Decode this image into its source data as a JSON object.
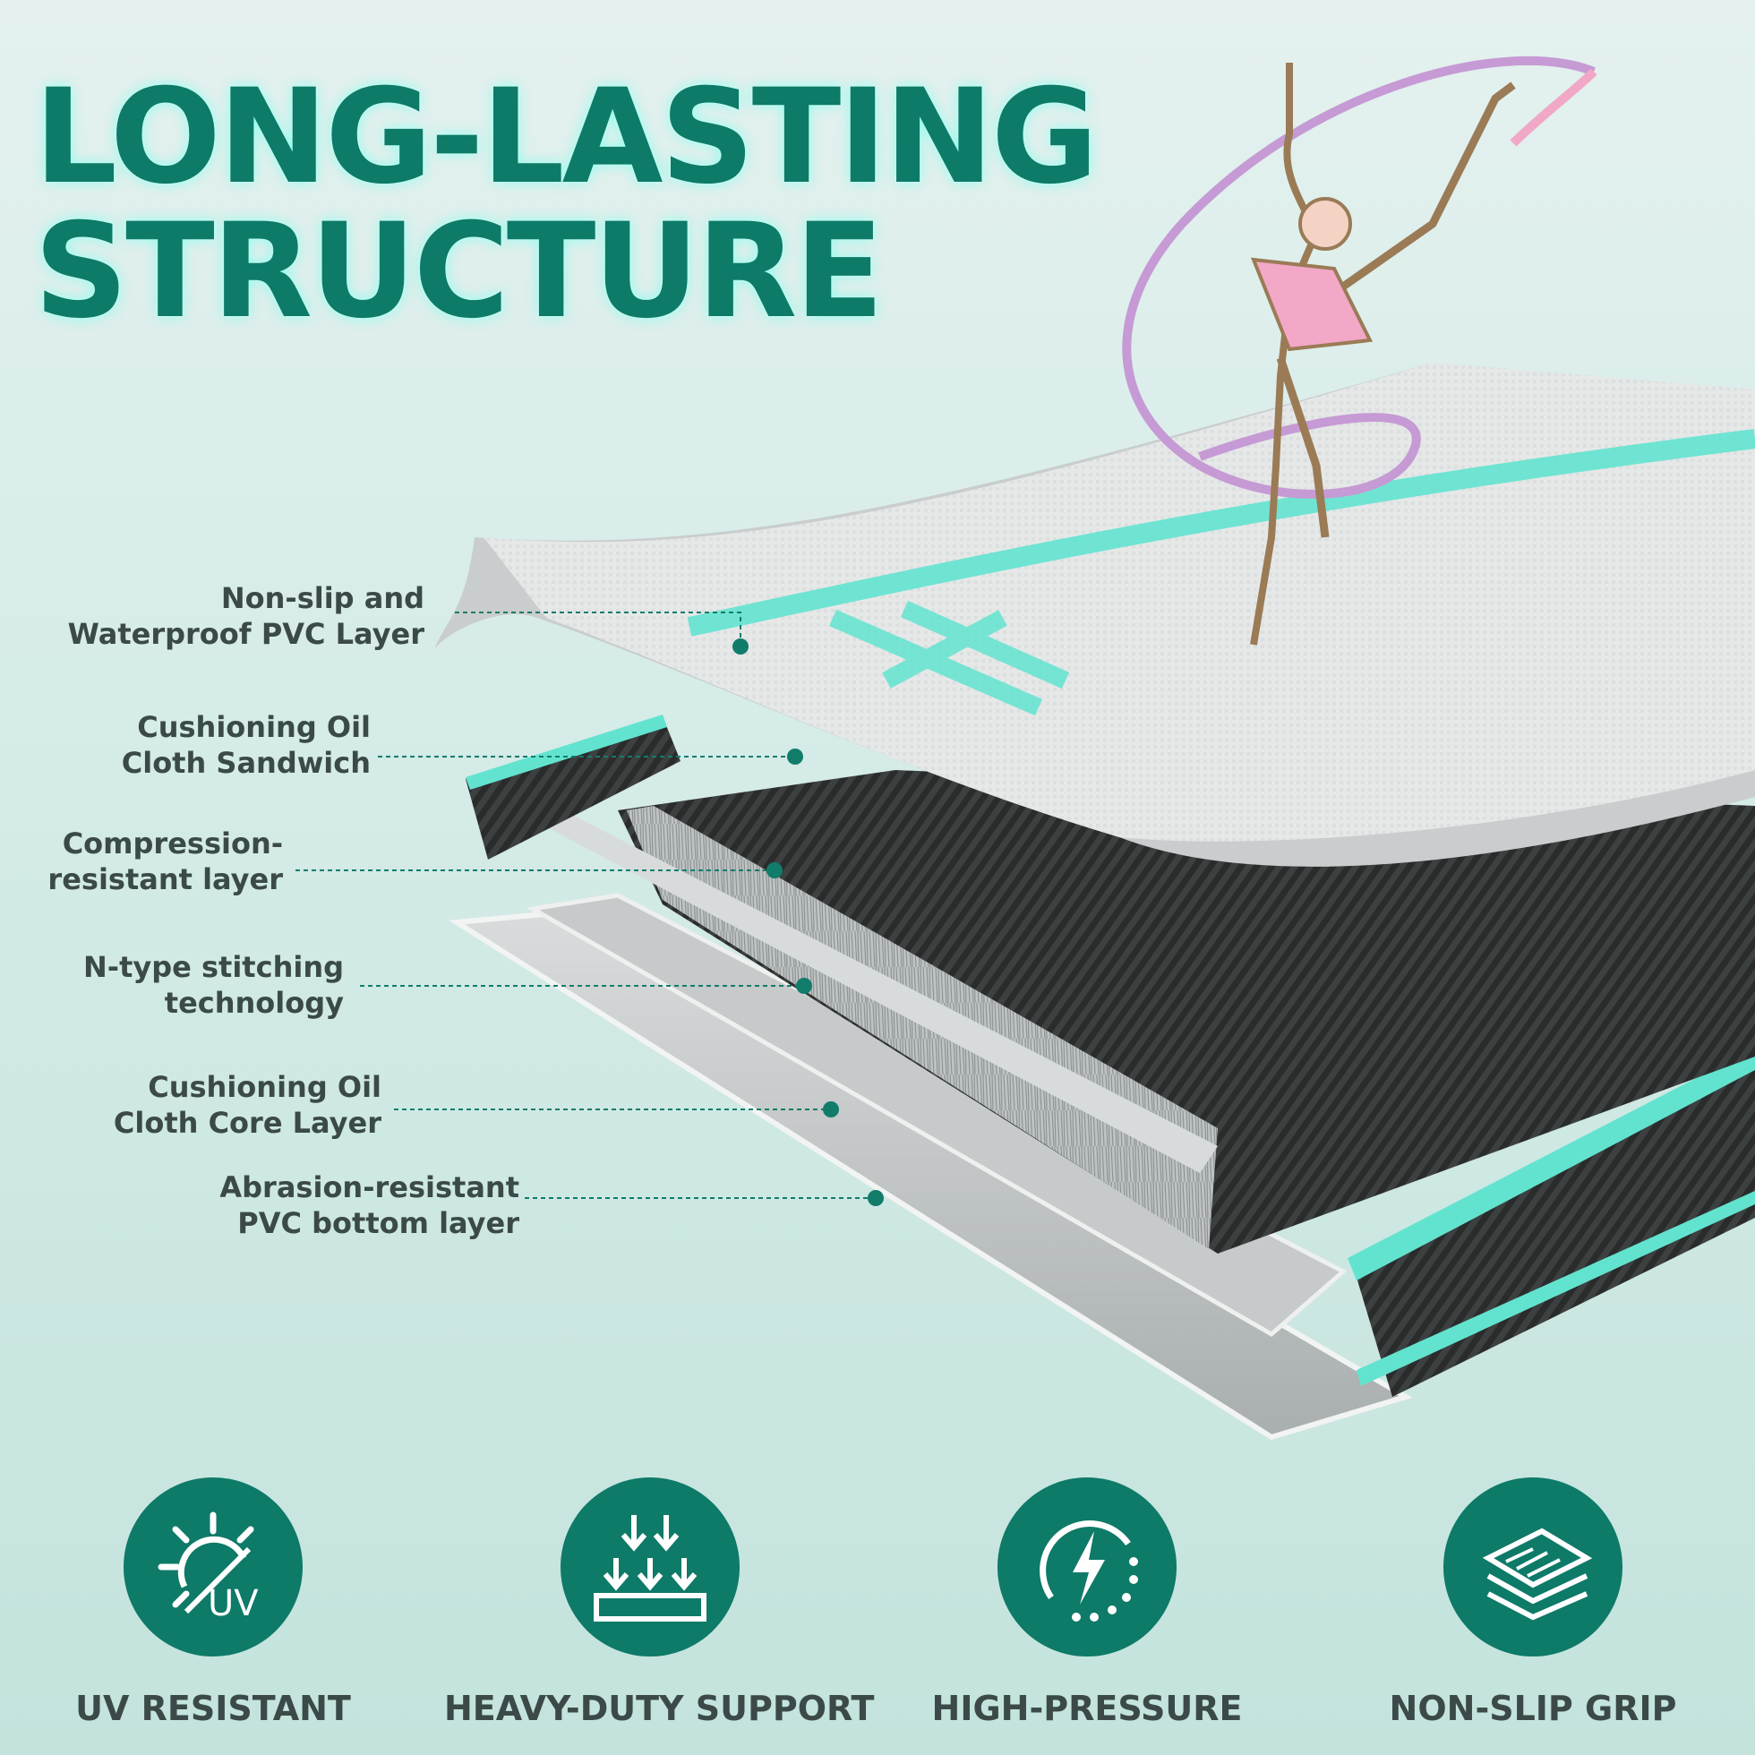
{
  "headline": {
    "line1": "LONG-LASTING",
    "line2": "STRUCTURE"
  },
  "colors": {
    "brand": "#0e7a68",
    "accent": "#62e3cf",
    "text": "#3b4a48"
  },
  "layers": [
    {
      "line1": "Non-slip and",
      "line2": "Waterproof PVC Layer"
    },
    {
      "line1": "Cushioning Oil",
      "line2": "Cloth Sandwich"
    },
    {
      "line1": "Compression-",
      "line2": "resistant layer"
    },
    {
      "line1": "N-type stitching",
      "line2": "technology"
    },
    {
      "line1": "Cushioning Oil",
      "line2": "Cloth Core Layer"
    },
    {
      "line1": "Abrasion-resistant",
      "line2": "PVC bottom layer"
    }
  ],
  "features": [
    {
      "label": "UV RESISTANT",
      "icon": "uv-sun-icon"
    },
    {
      "label": "HEAVY-DUTY SUPPORT",
      "icon": "load-arrows-icon"
    },
    {
      "label": "HIGH-PRESSURE",
      "icon": "lightning-gauge-icon"
    },
    {
      "label": "NON-SLIP GRIP",
      "icon": "layered-grip-icon"
    }
  ],
  "illustration": {
    "figure": "gymnast-ribbon-illustration",
    "product": "air-track-mat-cross-section"
  }
}
